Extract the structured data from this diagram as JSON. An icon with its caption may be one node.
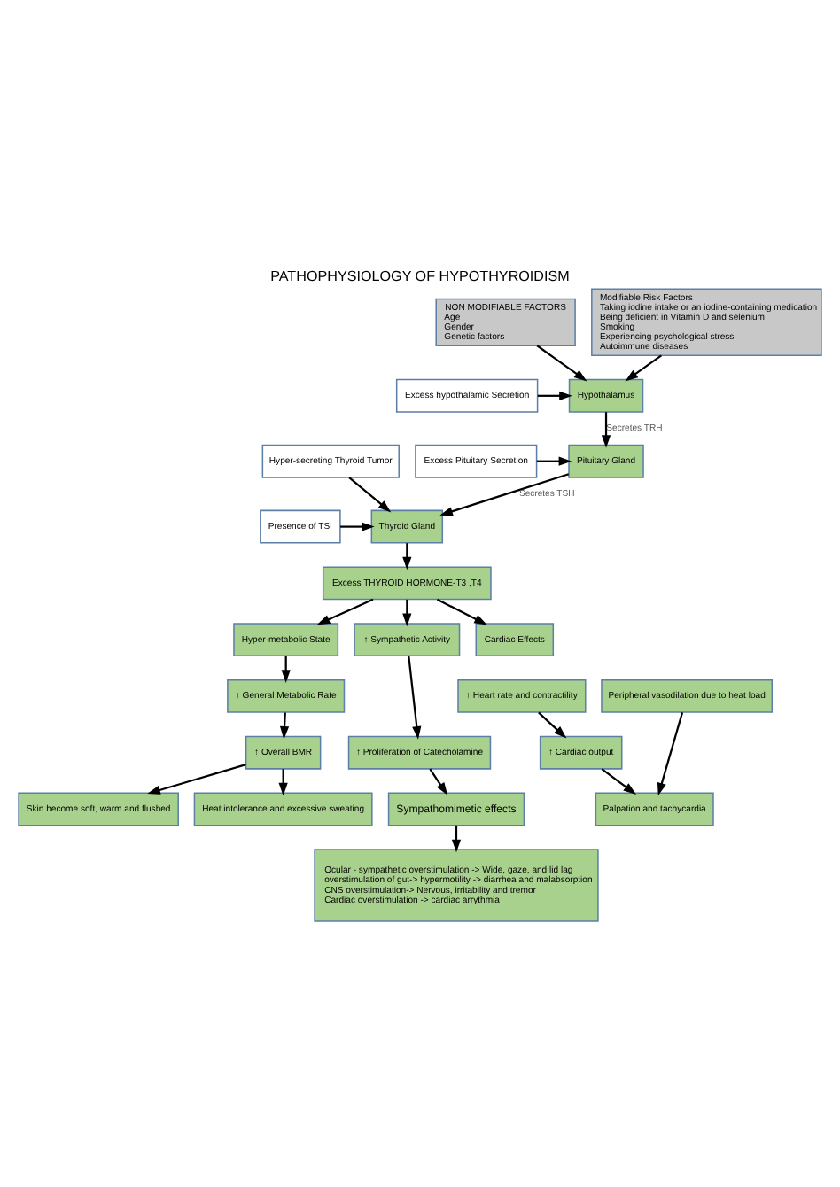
{
  "diagram": {
    "title": "PATHOPHYSIOLOGY OF HYPOTHYROIDISM",
    "nodes": [
      {
        "text": [
          "NON MODIFIABLE FACTORS",
          "Age",
          "Gender",
          "Genetic factors"
        ]
      },
      {
        "text": [
          "Modifiable Risk Factors",
          "Taking iodine intake or an iodine-containing medication",
          "Being deficient in Vitamin D and selenium",
          "Smoking",
          "Experiencing psychological stress",
          "Autoimmune diseases"
        ]
      },
      {
        "text": [
          "Excess hypothalamic Secretion"
        ]
      },
      {
        "text": [
          "Hypothalamus"
        ]
      },
      {
        "text": [
          "Hyper-secreting Thyroid Tumor"
        ]
      },
      {
        "text": [
          "Pituitary Gland"
        ]
      },
      {
        "text": [
          "Excess Pituitary Secretion"
        ]
      },
      {
        "text": [
          "Presence of TSI"
        ]
      },
      {
        "text": [
          "Thyroid Gland"
        ]
      },
      {
        "text": [
          "Excess THYROID HORMONE-T3 ,T4"
        ]
      },
      {
        "text": [
          "Hyper-metabolic State"
        ]
      },
      {
        "text": [
          "↑ Sympathetic Activity"
        ]
      },
      {
        "text": [
          "Cardiac Effects"
        ]
      },
      {
        "text": [
          "↑ General Metabolic Rate"
        ]
      },
      {
        "text": [
          "↑ Heart rate and contractility"
        ]
      },
      {
        "text": [
          "Peripheral vasodilation due to heat load"
        ]
      },
      {
        "text": [
          "↑ Overall BMR"
        ]
      },
      {
        "text": [
          "↑ Proliferation of Catecholamine"
        ]
      },
      {
        "text": [
          "↑ Cardiac output"
        ]
      },
      {
        "text": [
          "Heat intolerance and excessive sweating"
        ]
      },
      {
        "text": [
          "Skin become soft, warm and flushed"
        ]
      },
      {
        "text": [
          "Sympathomimetic effects"
        ]
      },
      {
        "text": [
          "Palpation and tachycardia"
        ]
      },
      {
        "text": [
          "Ocular - sympathetic overstimulation -> Wide, gaze, and lid lag",
          "overstimulation of gut-> hypermotility -> diarrhea and malabsorption",
          "CNS overstimulation-> Nervous, irritability and tremor",
          "Cardiac overstimulation -> cardiac arrythmia"
        ]
      }
    ],
    "edges": [
      {
        "from": 0,
        "to": 3,
        "arrow": "to"
      },
      {
        "from": 1,
        "to": 3,
        "arrow": "to"
      },
      {
        "from": 2,
        "to": 3,
        "arrow": "to"
      },
      {
        "from": 3,
        "to": 5,
        "arrow": "to",
        "label": "Secretes TRH"
      },
      {
        "from": 6,
        "to": 5,
        "arrow": "to"
      },
      {
        "from": 4,
        "to": 8,
        "arrow": "to"
      },
      {
        "from": 5,
        "to": 8,
        "arrow": "to",
        "label": "Secretes TSH"
      },
      {
        "from": 7,
        "to": 8,
        "arrow": "to"
      },
      {
        "from": 8,
        "to": 9,
        "arrow": "to"
      },
      {
        "from": 9,
        "to": 10,
        "arrow": "to"
      },
      {
        "from": 9,
        "to": 11,
        "arrow": "to"
      },
      {
        "from": 9,
        "to": 12,
        "arrow": "to"
      },
      {
        "from": 10,
        "to": 13,
        "arrow": "to"
      },
      {
        "from": 13,
        "to": 16,
        "arrow": "to"
      },
      {
        "from": 16,
        "to": 19,
        "arrow": "to"
      },
      {
        "from": 16,
        "to": 20,
        "arrow": "to"
      },
      {
        "from": 11,
        "to": 17,
        "arrow": "to"
      },
      {
        "from": 17,
        "to": 21,
        "arrow": "to"
      },
      {
        "from": 21,
        "to": 23,
        "arrow": "to"
      },
      {
        "from": 14,
        "to": 18,
        "arrow": "to"
      },
      {
        "from": 18,
        "to": 22,
        "arrow": "to"
      },
      {
        "from": 15,
        "to": 22,
        "arrow": "to"
      }
    ]
  }
}
